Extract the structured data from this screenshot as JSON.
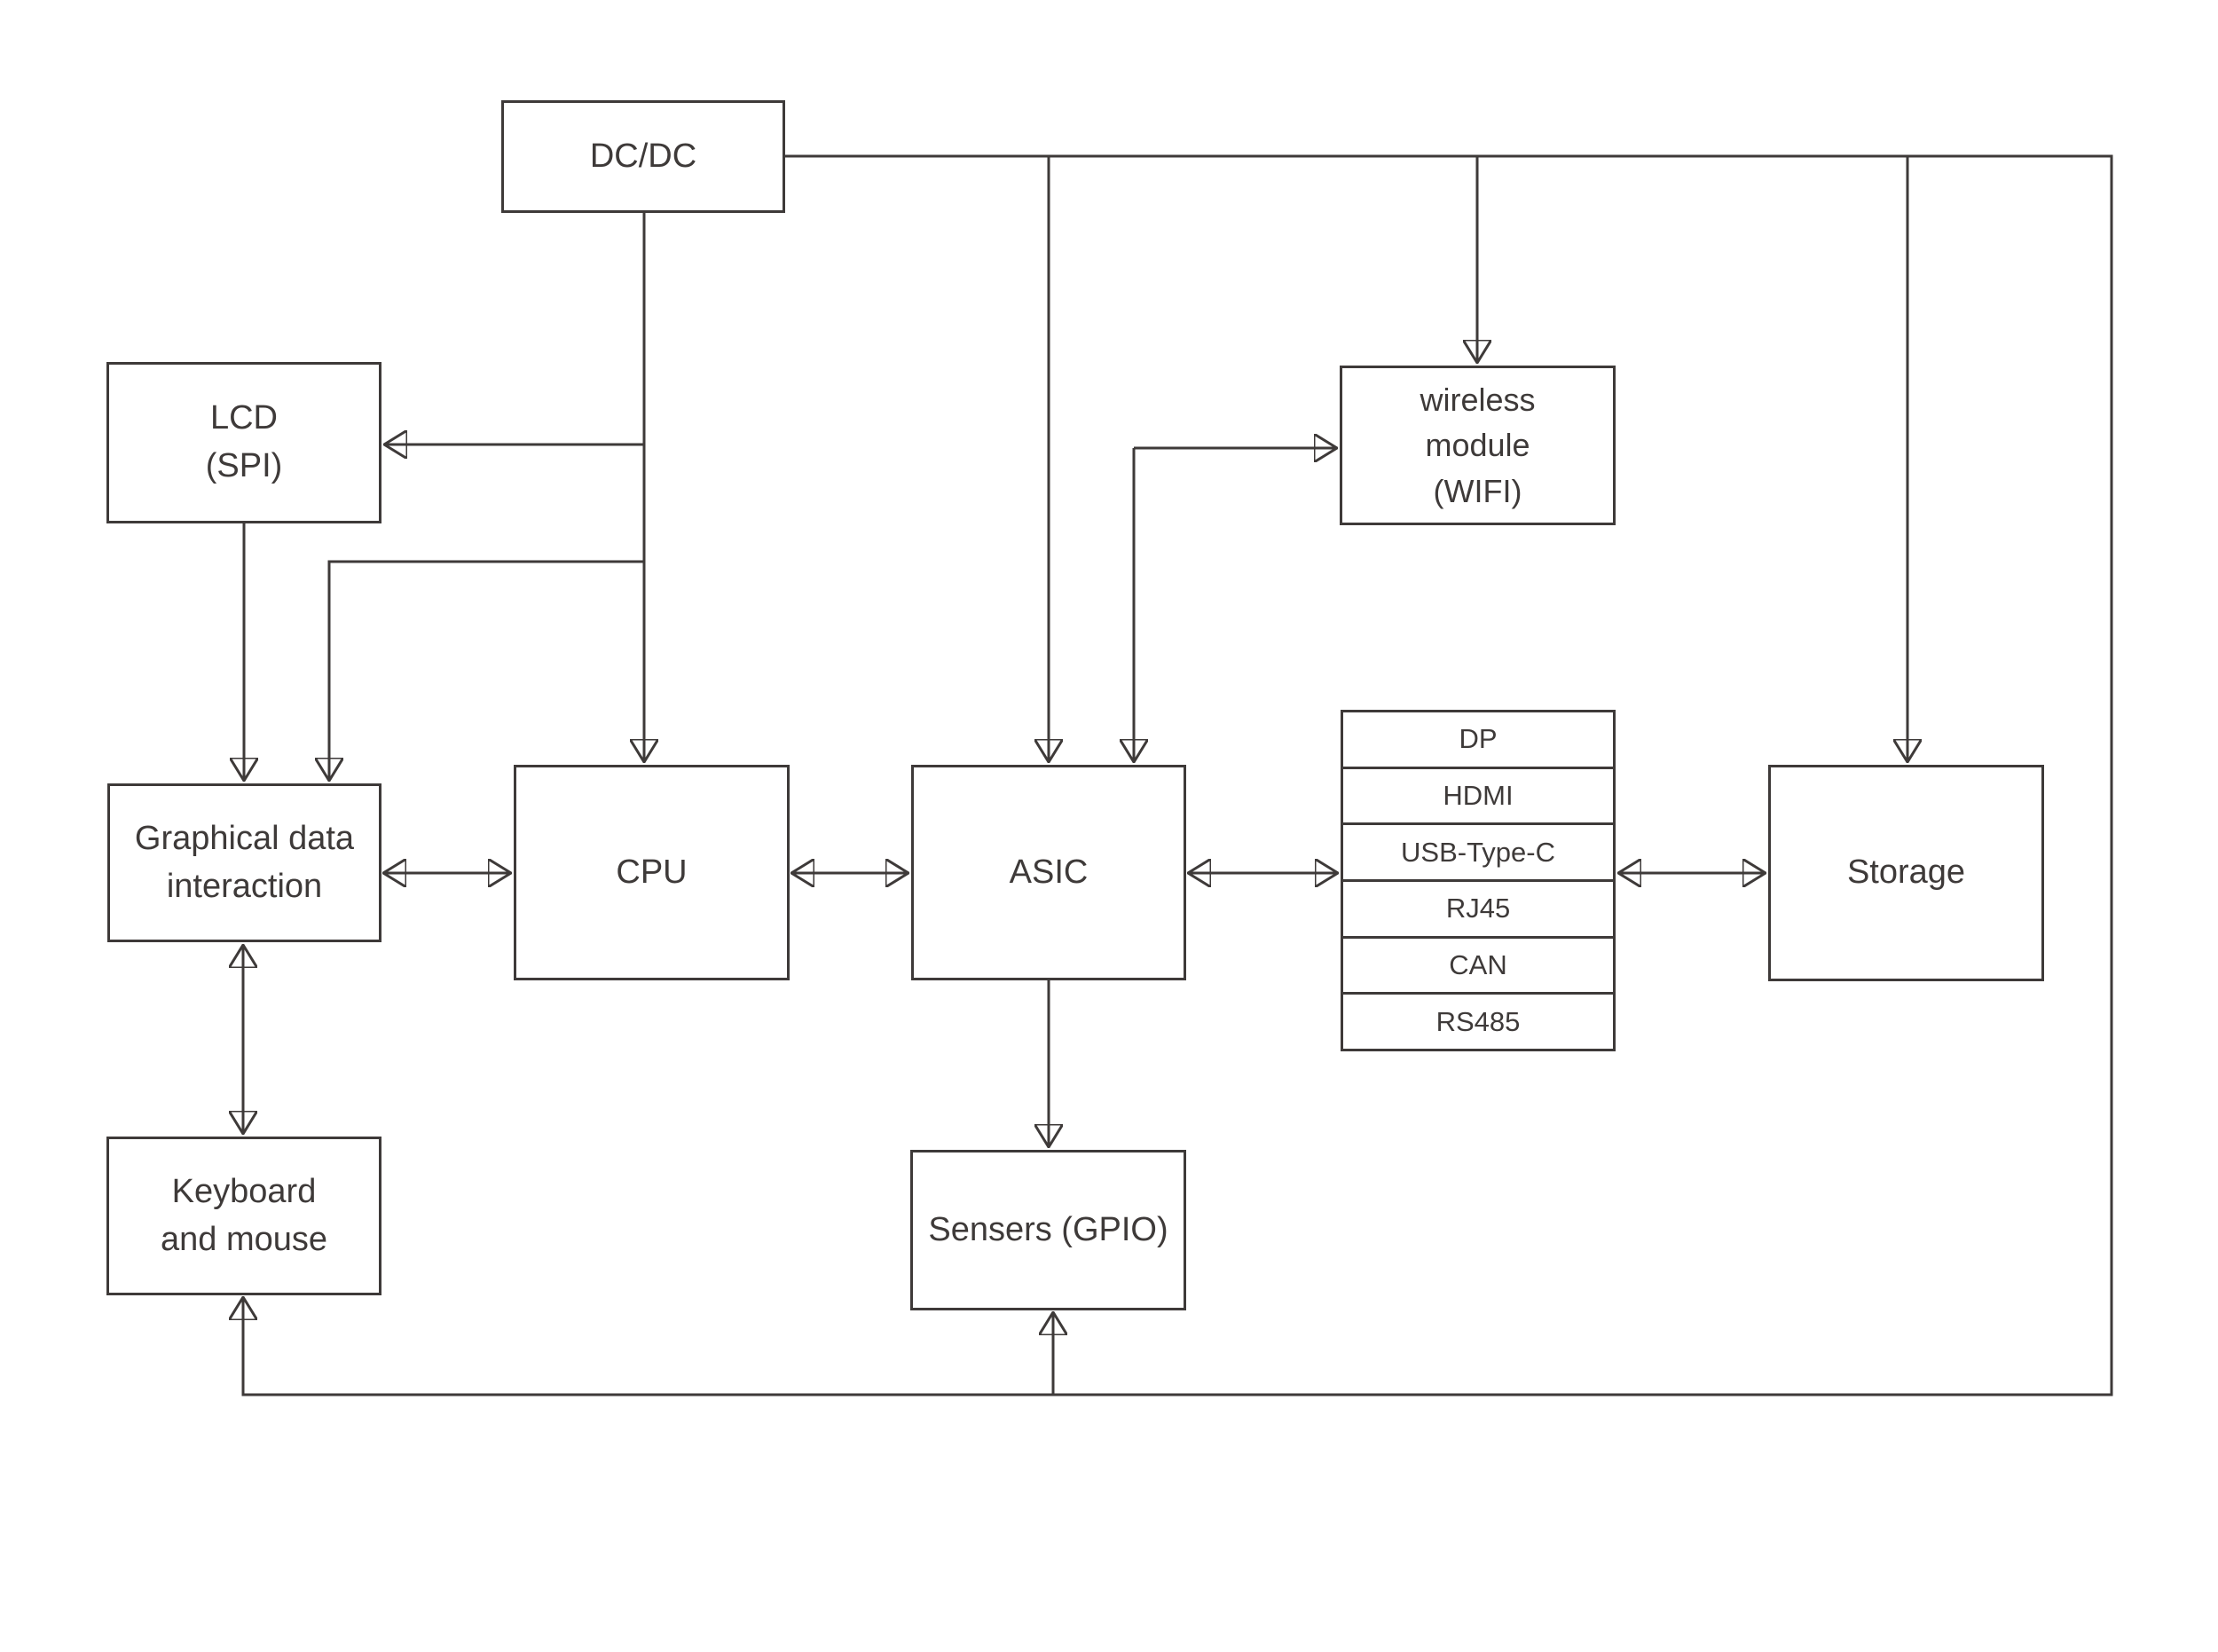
{
  "diagram": {
    "colors": {
      "line": "#3e3a39",
      "text": "#3e3a39",
      "background": "#ffffff"
    },
    "nodes": {
      "dcdc": {
        "label": "DC/DC"
      },
      "lcd": {
        "line1": "LCD",
        "line2": "(SPI)"
      },
      "wireless": {
        "line1": "wireless",
        "line2": "module",
        "line3": "(WIFI)"
      },
      "graphical": {
        "line1": "Graphical data",
        "line2": "interaction"
      },
      "cpu": {
        "label": "CPU"
      },
      "asic": {
        "label": "ASIC"
      },
      "storage": {
        "label": "Storage"
      },
      "keyboard": {
        "line1": "Keyboard",
        "line2": "and mouse"
      },
      "sensors": {
        "label": "Sensers (GPIO)"
      },
      "ports": {
        "items": [
          "DP",
          "HDMI",
          "USB-Type-C",
          "RJ45",
          "CAN",
          "RS485"
        ]
      }
    }
  }
}
